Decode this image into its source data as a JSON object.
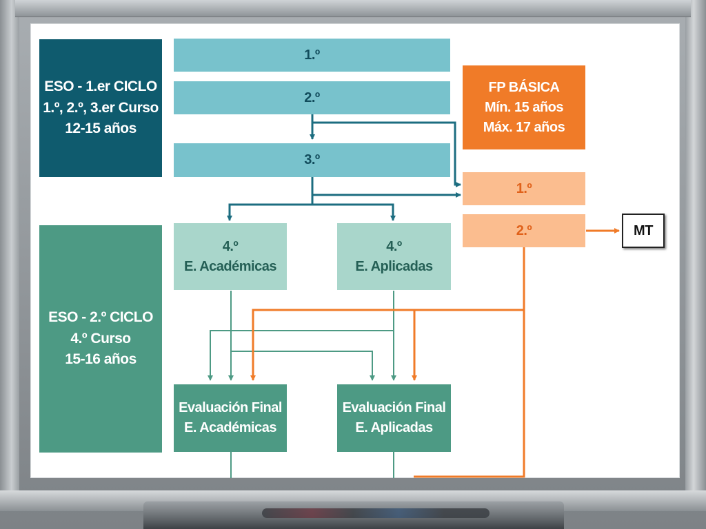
{
  "eso1": {
    "line1": "ESO - 1.er CICLO",
    "line2": "1.º, 2.º, 3.er Curso",
    "line3": "12-15 años"
  },
  "eso2": {
    "line1": "ESO - 2.º CICLO",
    "line2": "4.º Curso",
    "line3": "15-16 años"
  },
  "courses": {
    "c1": "1.º",
    "c2": "2.º",
    "c3": "3.º"
  },
  "fourth_academic": {
    "line1": "4.º",
    "line2": "E. Académicas"
  },
  "fourth_applied": {
    "line1": "4.º",
    "line2": "E. Aplicadas"
  },
  "fp_basica": {
    "line1": "FP BÁSICA",
    "line2": "Mín. 15 años",
    "line3": "Máx. 17 años"
  },
  "fp_courses": {
    "c1": "1.º",
    "c2": "2.º"
  },
  "mt": "MT",
  "eval_academic": {
    "line1": "Evaluación Final",
    "line2": "E. Académicas"
  },
  "eval_applied": {
    "line1": "Evaluación Final",
    "line2": "E. Aplicadas"
  },
  "colors": {
    "dark_teal": "#0f5b6e",
    "green": "#4d9a84",
    "light_teal": "#78c2cc",
    "pale_green": "#a9d6cb",
    "orange": "#f07b28",
    "peach": "#fbbd8f",
    "teal_arrow": "#1c6d80",
    "green_arrow": "#4d9a84",
    "orange_arrow": "#f07b28"
  }
}
